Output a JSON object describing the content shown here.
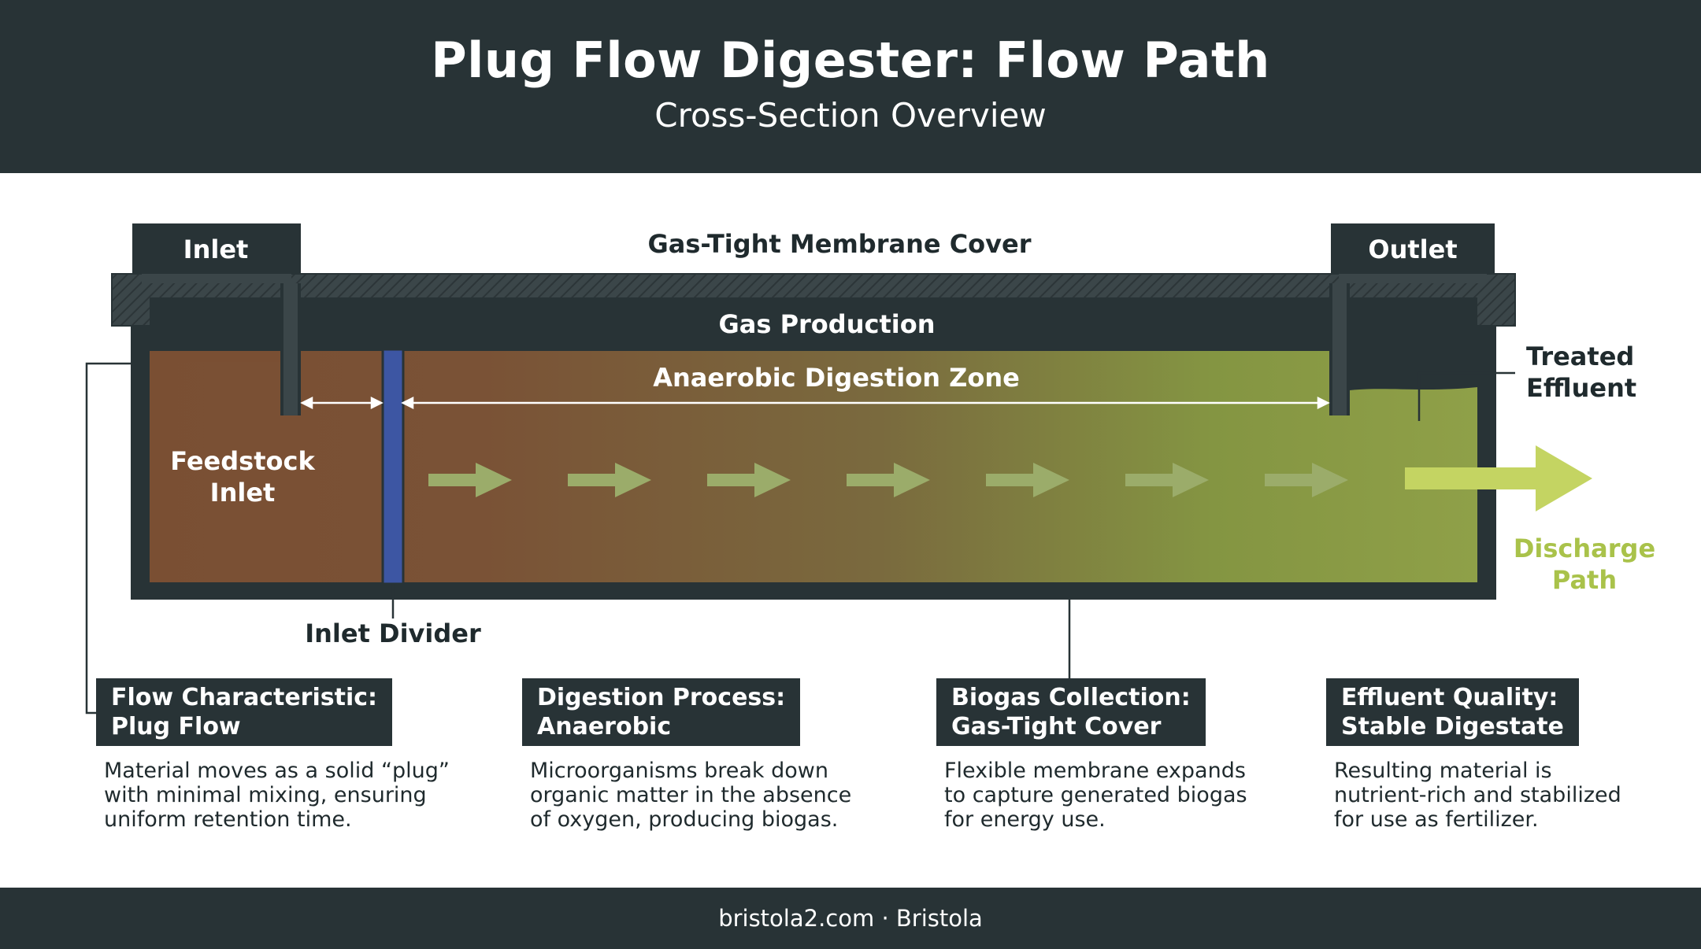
{
  "header": {
    "title": "Plug Flow Digester: Flow Path",
    "subtitle": "Cross-Section Overview"
  },
  "diagram": {
    "inlet_label": "Inlet",
    "outlet_label": "Outlet",
    "cover_label": "Gas-Tight Membrane Cover",
    "gas_label": "Gas Production",
    "zone_label": "Anaerobic Digestion Zone",
    "feedstock_label": [
      "Feedstock",
      "Inlet"
    ],
    "divider_label": "Inlet Divider",
    "treated_label": [
      "Treated",
      "Effluent"
    ],
    "discharge_label": [
      "Discharge",
      "Path"
    ]
  },
  "cards": [
    {
      "title": [
        "Flow Characteristic:",
        "Plug Flow"
      ],
      "desc": [
        "Material moves as a solid “plug”",
        "with minimal mixing, ensuring",
        "uniform retention time."
      ]
    },
    {
      "title": [
        "Digestion Process:",
        "Anaerobic"
      ],
      "desc": [
        "Microorganisms break down",
        "organic matter in the absence",
        "of oxygen, producing biogas."
      ]
    },
    {
      "title": [
        "Biogas Collection:",
        "Gas-Tight Cover"
      ],
      "desc": [
        "Flexible membrane expands",
        "to capture generated biogas",
        "for energy use."
      ]
    },
    {
      "title": [
        "Effluent Quality:",
        "Stable Digestate"
      ],
      "desc": [
        "Resulting material is",
        "nutrient-rich and stabilized",
        "for use as fertilizer."
      ]
    }
  ],
  "footer": {
    "text": "bristola2.com · Bristola"
  },
  "colors": {
    "dark": "#283336",
    "feedstock_brown": "#7a4f33",
    "digestate_green": "#8a9a45",
    "discharge_green": "#a9c24a",
    "divider_blue": "#3d56a3",
    "arrow_green": "#9bac6a"
  }
}
